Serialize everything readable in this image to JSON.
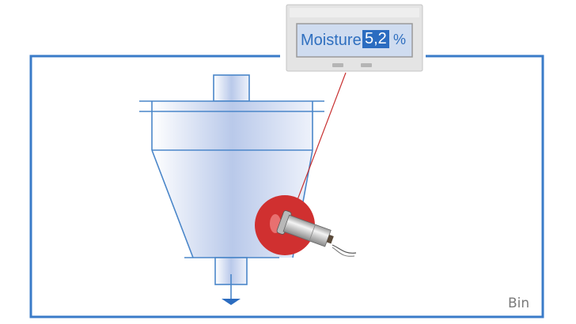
{
  "display": {
    "label": "Moisture",
    "value": "5,2",
    "unit": "%"
  },
  "bin": {
    "label": "Bin"
  },
  "colors": {
    "frame": "#3a7bc8",
    "outline": "#4a86c9",
    "display_value_bg": "#2b6cc0",
    "sensor_red": "#d03030",
    "connector_line": "#c83030"
  }
}
